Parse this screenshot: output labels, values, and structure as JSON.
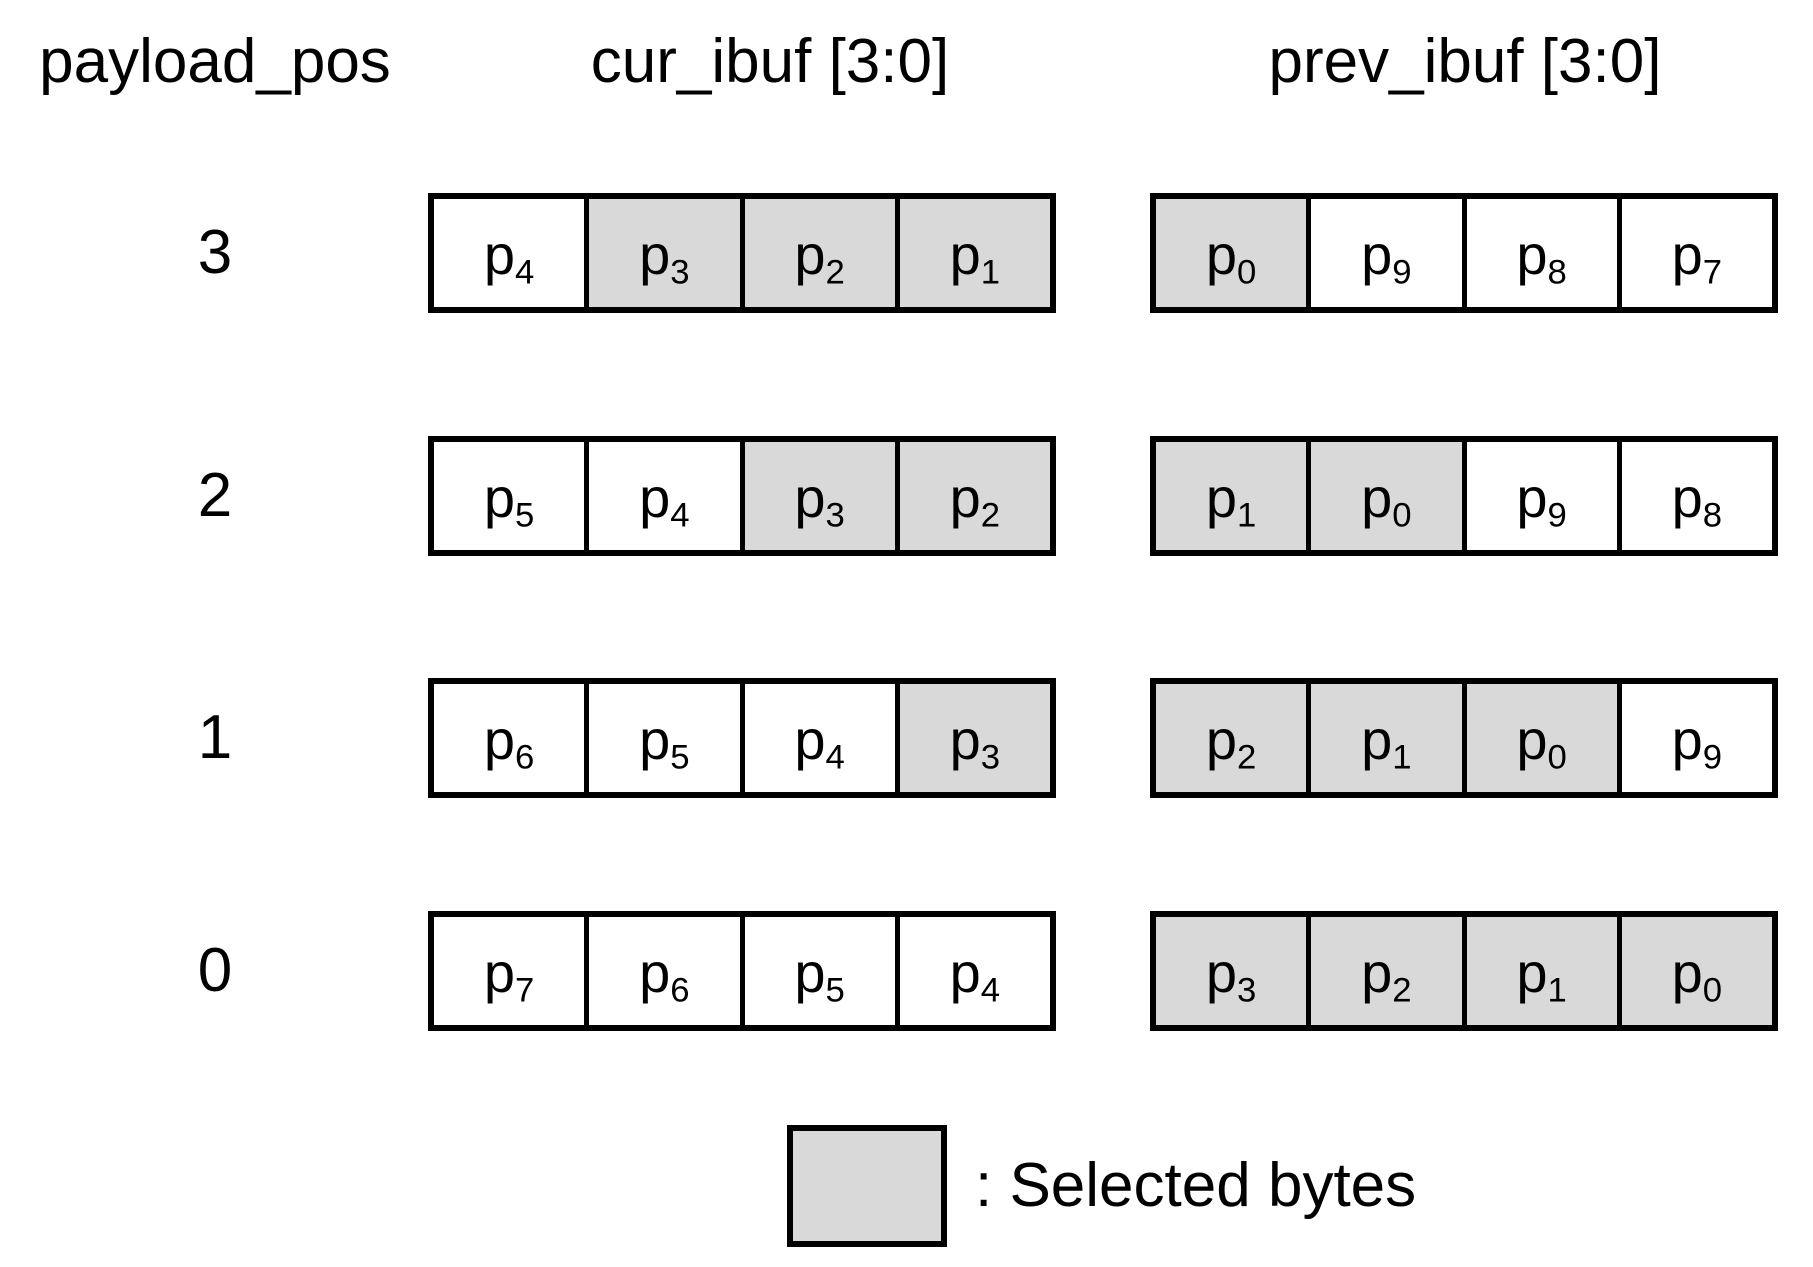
{
  "headers": {
    "payload_pos": "payload_pos",
    "cur_ibuf": "cur_ibuf [3:0]",
    "prev_ibuf": "prev_ibuf [3:0]"
  },
  "colors": {
    "background": "#ffffff",
    "border": "#000000",
    "selected_fill": "#d9d9d9",
    "unselected_fill": "#ffffff"
  },
  "rows": [
    {
      "payload_pos": "3",
      "cur_ibuf": [
        {
          "base": "p",
          "sub": "4",
          "selected": false
        },
        {
          "base": "p",
          "sub": "3",
          "selected": true
        },
        {
          "base": "p",
          "sub": "2",
          "selected": true
        },
        {
          "base": "p",
          "sub": "1",
          "selected": true
        }
      ],
      "prev_ibuf": [
        {
          "base": "p",
          "sub": "0",
          "selected": true
        },
        {
          "base": "p",
          "sub": "9",
          "selected": false
        },
        {
          "base": "p",
          "sub": "8",
          "selected": false
        },
        {
          "base": "p",
          "sub": "7",
          "selected": false
        }
      ]
    },
    {
      "payload_pos": "2",
      "cur_ibuf": [
        {
          "base": "p",
          "sub": "5",
          "selected": false
        },
        {
          "base": "p",
          "sub": "4",
          "selected": false
        },
        {
          "base": "p",
          "sub": "3",
          "selected": true
        },
        {
          "base": "p",
          "sub": "2",
          "selected": true
        }
      ],
      "prev_ibuf": [
        {
          "base": "p",
          "sub": "1",
          "selected": true
        },
        {
          "base": "p",
          "sub": "0",
          "selected": true
        },
        {
          "base": "p",
          "sub": "9",
          "selected": false
        },
        {
          "base": "p",
          "sub": "8",
          "selected": false
        }
      ]
    },
    {
      "payload_pos": "1",
      "cur_ibuf": [
        {
          "base": "p",
          "sub": "6",
          "selected": false
        },
        {
          "base": "p",
          "sub": "5",
          "selected": false
        },
        {
          "base": "p",
          "sub": "4",
          "selected": false
        },
        {
          "base": "p",
          "sub": "3",
          "selected": true
        }
      ],
      "prev_ibuf": [
        {
          "base": "p",
          "sub": "2",
          "selected": true
        },
        {
          "base": "p",
          "sub": "1",
          "selected": true
        },
        {
          "base": "p",
          "sub": "0",
          "selected": true
        },
        {
          "base": "p",
          "sub": "9",
          "selected": false
        }
      ]
    },
    {
      "payload_pos": "0",
      "cur_ibuf": [
        {
          "base": "p",
          "sub": "7",
          "selected": false
        },
        {
          "base": "p",
          "sub": "6",
          "selected": false
        },
        {
          "base": "p",
          "sub": "5",
          "selected": false
        },
        {
          "base": "p",
          "sub": "4",
          "selected": false
        }
      ],
      "prev_ibuf": [
        {
          "base": "p",
          "sub": "3",
          "selected": true
        },
        {
          "base": "p",
          "sub": "2",
          "selected": true
        },
        {
          "base": "p",
          "sub": "1",
          "selected": true
        },
        {
          "base": "p",
          "sub": "0",
          "selected": true
        }
      ]
    }
  ],
  "legend": {
    "label": ": Selected bytes"
  }
}
